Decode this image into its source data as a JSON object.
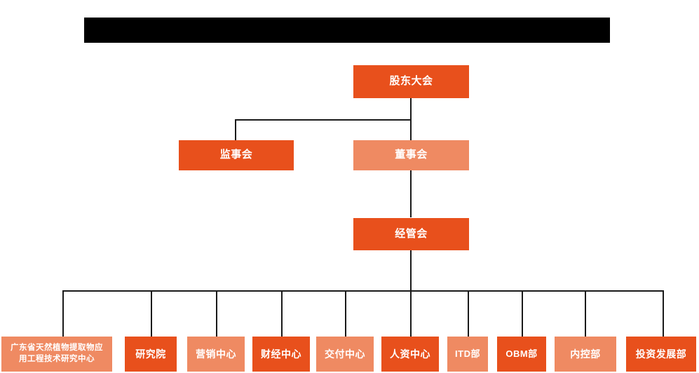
{
  "page": {
    "title_bar": {
      "name": "redacted-title-bar",
      "text": ""
    },
    "background_color": "#FFFFFF"
  },
  "colors": {
    "dark_orange": "#E8501C",
    "light_orange": "#EF8A62",
    "connector": "#1A1A1A",
    "box_text": "#FFFFFF",
    "redaction": "#000000"
  },
  "chart_data": {
    "type": "org-chart",
    "title": "",
    "orientation": "top-down",
    "levels": [
      {
        "level": 1,
        "nodes": [
          {
            "id": "shareholders",
            "label": "股东大会",
            "fill": "dark"
          }
        ]
      },
      {
        "level": 2,
        "nodes": [
          {
            "id": "supervisors",
            "label": "监事会",
            "fill": "dark"
          },
          {
            "id": "directors",
            "label": "董事会",
            "fill": "light"
          }
        ]
      },
      {
        "level": 3,
        "nodes": [
          {
            "id": "management",
            "label": "经管会",
            "fill": "dark"
          }
        ]
      },
      {
        "level": 4,
        "nodes": [
          {
            "id": "research-center",
            "label": "广东省天然植物提取物应用工程技术研究中心",
            "label_line1": "广东省天然植物提取物应",
            "label_line2": "用工程技术研究中心",
            "fill": "light"
          },
          {
            "id": "research-institute",
            "label": "研究院",
            "fill": "dark"
          },
          {
            "id": "marketing-center",
            "label": "营销中心",
            "fill": "light"
          },
          {
            "id": "finance-center",
            "label": "财经中心",
            "fill": "dark"
          },
          {
            "id": "delivery-center",
            "label": "交付中心",
            "fill": "light"
          },
          {
            "id": "hr-center",
            "label": "人资中心",
            "fill": "dark"
          },
          {
            "id": "itd-department",
            "label": "ITD部",
            "fill": "light"
          },
          {
            "id": "obm-department",
            "label": "OBM部",
            "fill": "dark"
          },
          {
            "id": "internal-control-department",
            "label": "内控部",
            "fill": "light"
          },
          {
            "id": "investment-development-department",
            "label": "投资发展部",
            "fill": "dark"
          }
        ]
      }
    ],
    "edges": [
      {
        "from": "shareholders",
        "to": "supervisors"
      },
      {
        "from": "shareholders",
        "to": "directors"
      },
      {
        "from": "directors",
        "to": "management"
      },
      {
        "from": "management",
        "to": "research-center"
      },
      {
        "from": "management",
        "to": "research-institute"
      },
      {
        "from": "management",
        "to": "marketing-center"
      },
      {
        "from": "management",
        "to": "finance-center"
      },
      {
        "from": "management",
        "to": "delivery-center"
      },
      {
        "from": "management",
        "to": "hr-center"
      },
      {
        "from": "management",
        "to": "itd-department"
      },
      {
        "from": "management",
        "to": "obm-department"
      },
      {
        "from": "management",
        "to": "internal-control-department"
      },
      {
        "from": "management",
        "to": "investment-development-department"
      }
    ]
  }
}
